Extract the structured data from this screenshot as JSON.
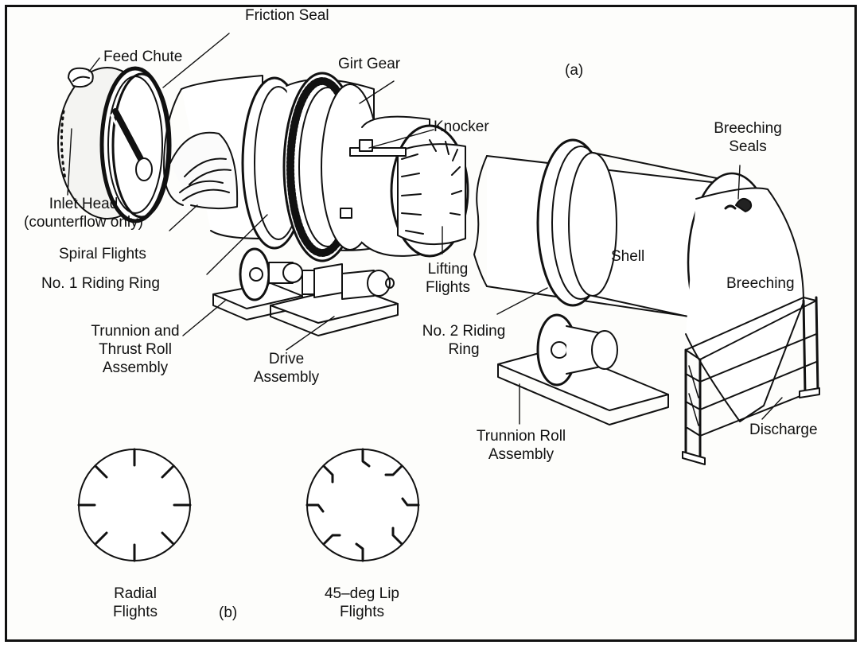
{
  "labels": {
    "friction_seal": "Friction Seal",
    "feed_chute": "Feed Chute",
    "girt_gear": "Girt Gear",
    "panel_a": "(a)",
    "knocker": "Knocker",
    "breeching_seals": [
      "Breeching",
      "Seals"
    ],
    "inlet_head": [
      "Inlet Head",
      "(counterflow only)"
    ],
    "spiral_flights": "Spiral Flights",
    "no1_riding_ring": "No. 1 Riding Ring",
    "shell": "Shell",
    "breeching": "Breeching",
    "lifting_flights": [
      "Lifting",
      "Flights"
    ],
    "trunnion_thrust": [
      "Trunnion and",
      "Thrust Roll",
      "Assembly"
    ],
    "drive_assembly": [
      "Drive",
      "Assembly"
    ],
    "no2_riding_ring": [
      "No. 2 Riding",
      "Ring"
    ],
    "trunnion_roll": [
      "Trunnion Roll",
      "Assembly"
    ],
    "discharge": "Discharge",
    "radial_flights": [
      "Radial",
      "Flights"
    ],
    "panel_b": "(b)",
    "lip_flights": [
      "45–deg Lip",
      "Flights"
    ]
  }
}
